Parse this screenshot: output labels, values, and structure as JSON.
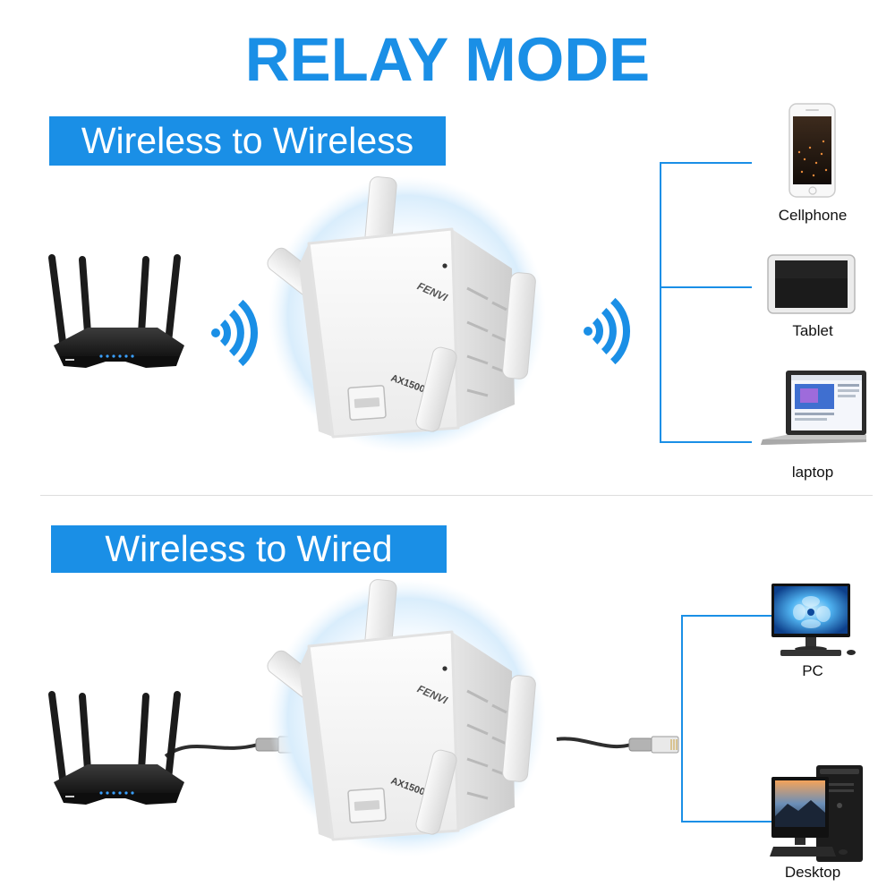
{
  "title": "RELAY MODE",
  "colors": {
    "accent": "#1a8fe6",
    "cable": "#2e2e2e",
    "text": "#111111"
  },
  "sections": [
    {
      "banner": "Wireless to Wireless",
      "source_icon": "router-icon",
      "signal_icon": "wifi-signal-icon",
      "devices": [
        {
          "label": "Cellphone",
          "icon": "cellphone-icon"
        },
        {
          "label": "Tablet",
          "icon": "tablet-icon"
        },
        {
          "label": "laptop",
          "icon": "laptop-icon"
        }
      ]
    },
    {
      "banner": "Wireless to Wired",
      "source_icon": "router-icon",
      "connection_icon": "ethernet-cable-icon",
      "devices": [
        {
          "label": "PC",
          "icon": "pc-monitor-icon"
        },
        {
          "label": "Desktop",
          "icon": "desktop-computer-icon"
        }
      ]
    }
  ],
  "extender": {
    "brand": "FENVI",
    "model": "AX1500"
  }
}
